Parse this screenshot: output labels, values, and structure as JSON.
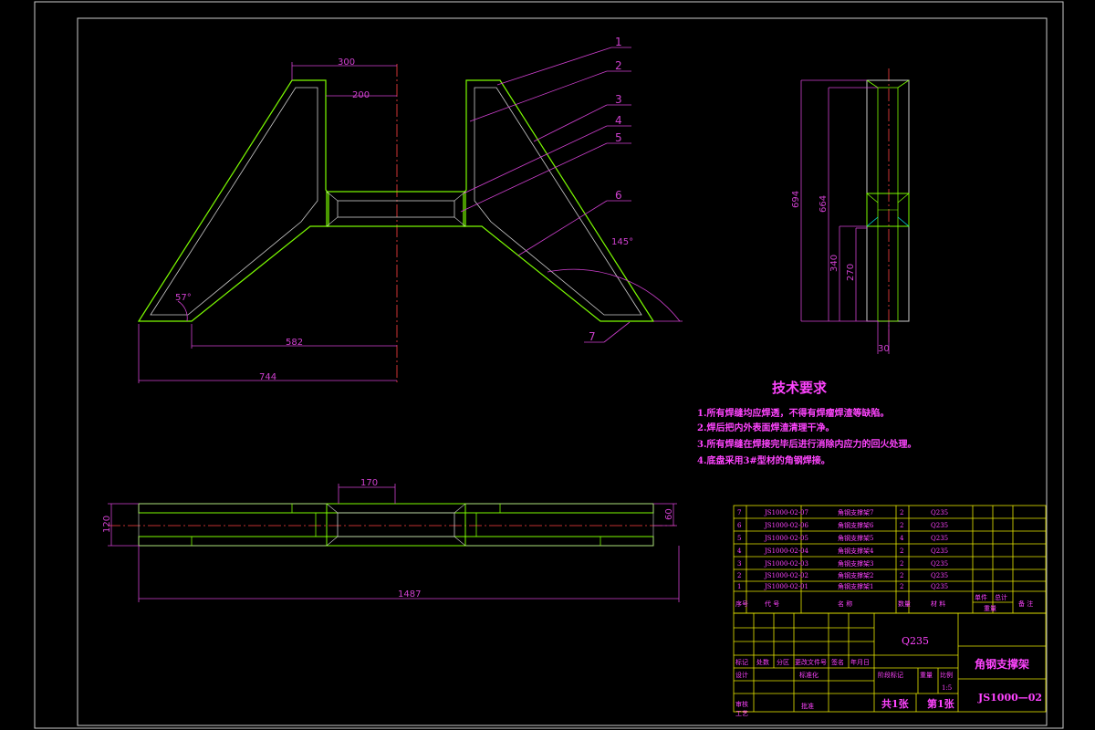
{
  "colors": {
    "background": "#000000",
    "outline": "#cccccc",
    "weld": "#7cfc00",
    "dim": "#d040d0",
    "center": "#ff4040",
    "leader": "#ff44ff"
  },
  "dimensions": {
    "d300": "300",
    "d200": "200",
    "d582": "582",
    "d744": "744",
    "a57": "57°",
    "a145": "145°",
    "d694": "694",
    "d664": "664",
    "d340": "340",
    "d270": "270",
    "d30": "30",
    "d170": "170",
    "d120": "120",
    "d60": "60",
    "d1487": "1487"
  },
  "balloons": [
    "1",
    "2",
    "3",
    "4",
    "5",
    "6",
    "7"
  ],
  "tech_requirements": {
    "title": "技术要求",
    "items": [
      "1.所有焊缝均应焊透，不得有焊瘤焊渣等缺陷。",
      "2.焊后把内外表面焊渣清理干净。",
      "3.所有焊缝在焊接完毕后进行消除内应力的回火处理。",
      "4.底盘采用3#型材的角钢焊接。"
    ]
  },
  "parts_list": [
    {
      "no": "7",
      "code": "JS1000-02-07",
      "name": "角钢支撑架7",
      "qty": "2",
      "material": "Q235"
    },
    {
      "no": "6",
      "code": "JS1000-02-06",
      "name": "角钢支撑架6",
      "qty": "2",
      "material": "Q235"
    },
    {
      "no": "5",
      "code": "JS1000-02-05",
      "name": "角钢支撑架5",
      "qty": "4",
      "material": "Q235"
    },
    {
      "no": "4",
      "code": "JS1000-02-04",
      "name": "角钢支撑架4",
      "qty": "2",
      "material": "Q235"
    },
    {
      "no": "3",
      "code": "JS1000-02-03",
      "name": "角钢支撑架3",
      "qty": "2",
      "material": "Q235"
    },
    {
      "no": "2",
      "code": "JS1000-02-02",
      "name": "角钢支撑架2",
      "qty": "2",
      "material": "Q235"
    },
    {
      "no": "1",
      "code": "JS1000-02-01",
      "name": "角钢支撑架1",
      "qty": "2",
      "material": "Q235"
    }
  ],
  "parts_header": {
    "no": "序号",
    "code": "代 号",
    "name": "名 称",
    "qty": "数量",
    "material": "材 料",
    "unit": "单件",
    "total": "总计",
    "weight": "重量",
    "remark": "备 注"
  },
  "title_block": {
    "material": "Q235",
    "drawing_name": "角钢支撑架",
    "drawing_no": "JS1000—02",
    "total_sheets": "共1张",
    "sheet_no": "第1张",
    "scale": "1:5",
    "stage_mark": "阶段标记",
    "weight": "重量",
    "ratio": "比例",
    "mark": "标记",
    "count": "处数",
    "zone": "分区",
    "change_doc": "更改文件号",
    "signature": "签名",
    "date": "年月日",
    "designer": "设计",
    "standardize": "标准化",
    "review": "审核",
    "process": "工艺",
    "approve": "批准"
  }
}
